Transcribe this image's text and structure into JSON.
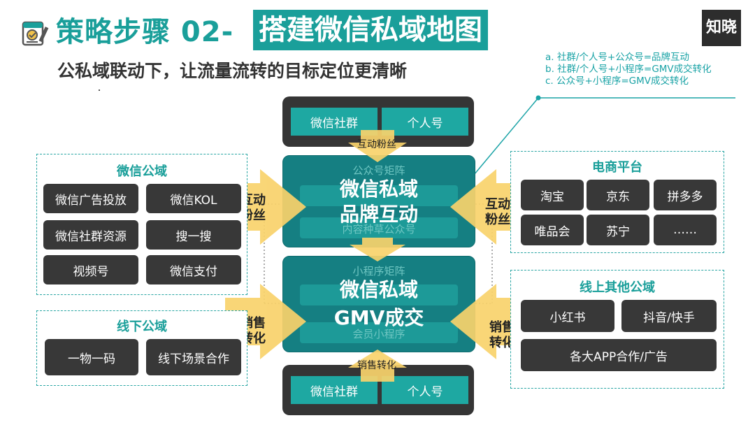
{
  "header": {
    "title_prefix": "策略步骤 02-",
    "title_highlight": "搭建微信私域地图",
    "subtitle": "公私域联动下，让流量流转的目标定位更清晰",
    "logo": "知晓"
  },
  "notes": [
    "a. 社群/个人号+公众号=品牌互动",
    "b. 社群/个人号+小程序=GMV成交转化",
    "c. 公众号+小程序=GMV成交转化"
  ],
  "top_box": {
    "items": [
      "微信社群",
      "个人号"
    ],
    "arrow_label": "互动粉丝"
  },
  "bottom_box": {
    "items": [
      "微信社群",
      "个人号"
    ],
    "arrow_label": "销售转化"
  },
  "center_top": {
    "ghost_top": "公众号矩阵",
    "ghost_bottom": "内容种草公众号",
    "line1": "微信私域",
    "line2": "品牌互动"
  },
  "center_bottom": {
    "ghost_top": "小程序矩阵",
    "ghost_bottom": "会员小程序",
    "line1": "微信私域",
    "line2": "GMV成交"
  },
  "wechat_public": {
    "title": "微信公域",
    "items": [
      "微信广告投放",
      "微信KOL",
      "微信社群资源",
      "搜一搜",
      "视频号",
      "微信支付"
    ]
  },
  "offline_public": {
    "title": "线下公域",
    "items": [
      "一物一码",
      "线下场景合作"
    ]
  },
  "ecommerce": {
    "title": "电商平台",
    "items": [
      "淘宝",
      "京东",
      "拼多多",
      "唯品会",
      "苏宁",
      "……"
    ]
  },
  "other_online": {
    "title": "线上其他公域",
    "items": [
      "小红书",
      "抖音/快手",
      "各大APP合作/广告"
    ]
  },
  "arrows": {
    "left_top": [
      "互动",
      "粉丝"
    ],
    "left_bottom": [
      "销售",
      "转化"
    ],
    "right_top": [
      "互动",
      "粉丝"
    ],
    "right_bottom": [
      "销售",
      "转化"
    ]
  },
  "colors": {
    "teal": "#1a9f9a",
    "dark": "#383838",
    "arrow": "#f9d26b",
    "center": "#157f82"
  }
}
